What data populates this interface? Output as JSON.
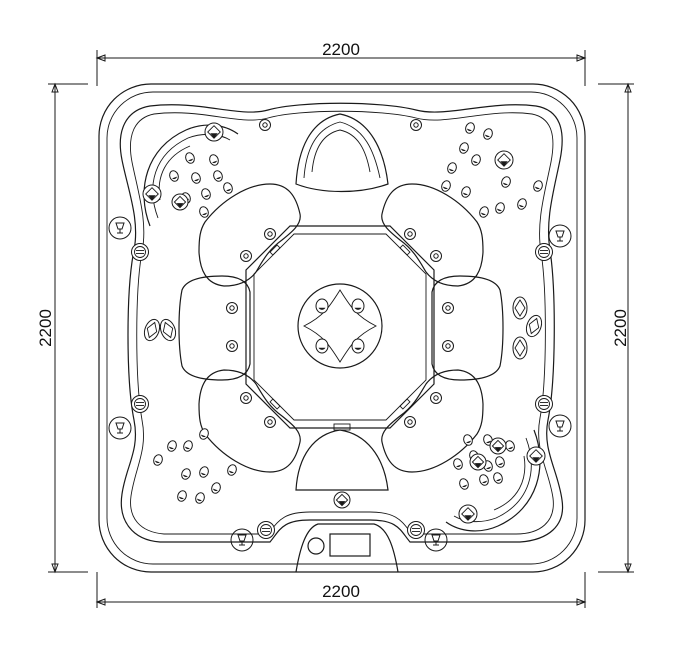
{
  "drawing": {
    "dimensions": {
      "top": "2200",
      "bottom": "2200",
      "left": "2200",
      "right": "2200"
    },
    "colors": {
      "line": "#1a1a1a",
      "background": "#ffffff"
    }
  }
}
